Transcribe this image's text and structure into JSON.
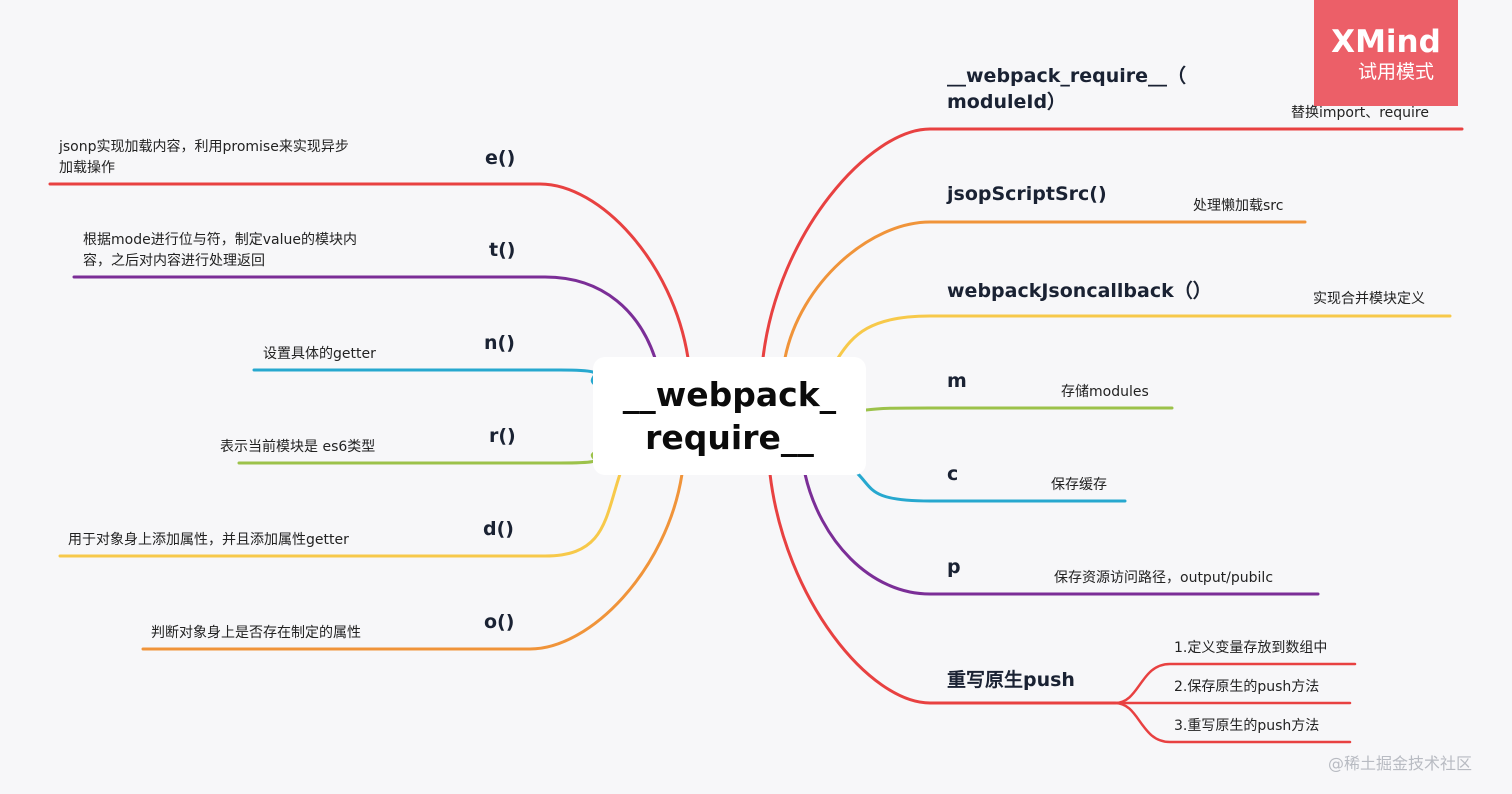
{
  "watermark_badge": {
    "brand": "XMind",
    "mode": "试用模式"
  },
  "central_topic": {
    "line1": "__webpack_",
    "line2": "require__"
  },
  "colors": {
    "red": "#e84141",
    "orange": "#f0943a",
    "yellow": "#f7c94a",
    "green": "#9cc24a",
    "blue": "#27a8cf",
    "purple": "#7b2e97",
    "central_bg": "#ffffff",
    "background": "#f7f7f9",
    "badge": "#ec5f68"
  },
  "left_branches": [
    {
      "title": "e()",
      "note_line1": "jsonp实现加载内容，利用promise来实现异步",
      "note_line2": "加载操作",
      "color": "red"
    },
    {
      "title": "t()",
      "note_line1": "根据mode进行位与符，制定value的模块内",
      "note_line2": "容，之后对内容进行处理返回",
      "color": "purple"
    },
    {
      "title": "n()",
      "note_line1": "设置具体的getter",
      "note_line2": "",
      "color": "blue"
    },
    {
      "title": "r()",
      "note_line1": "表示当前模块是 es6类型",
      "note_line2": "",
      "color": "green"
    },
    {
      "title": "d()",
      "note_line1": "用于对象身上添加属性，并且添加属性getter",
      "note_line2": "",
      "color": "yellow"
    },
    {
      "title": "o()",
      "note_line1": "判断对象身上是否存在制定的属性",
      "note_line2": "",
      "color": "orange"
    }
  ],
  "right_branches": [
    {
      "title_line1": "__webpack_require__（",
      "title_line2": "moduleId）",
      "note": "替换import、require",
      "color": "red"
    },
    {
      "title_line1": "jsopScriptSrc()",
      "title_line2": "",
      "note": "处理懒加载src",
      "color": "orange"
    },
    {
      "title_line1": "webpackJsoncallback（）",
      "title_line2": "",
      "note": "实现合并模块定义",
      "color": "yellow"
    },
    {
      "title_line1": "m",
      "title_line2": "",
      "note": "存储modules",
      "color": "green"
    },
    {
      "title_line1": "c",
      "title_line2": "",
      "note": "保存缓存",
      "color": "blue"
    },
    {
      "title_line1": "p",
      "title_line2": "",
      "note": "保存资源访问路径，output/pubilc",
      "color": "purple"
    },
    {
      "title_line1": "重写原生push",
      "title_line2": "",
      "note": "",
      "color": "red",
      "children": [
        "1.定义变量存放到数组中",
        "2.保存原生的push方法",
        "3.重写原生的push方法"
      ]
    }
  ],
  "footer_watermark": "@稀土掘金技术社区"
}
